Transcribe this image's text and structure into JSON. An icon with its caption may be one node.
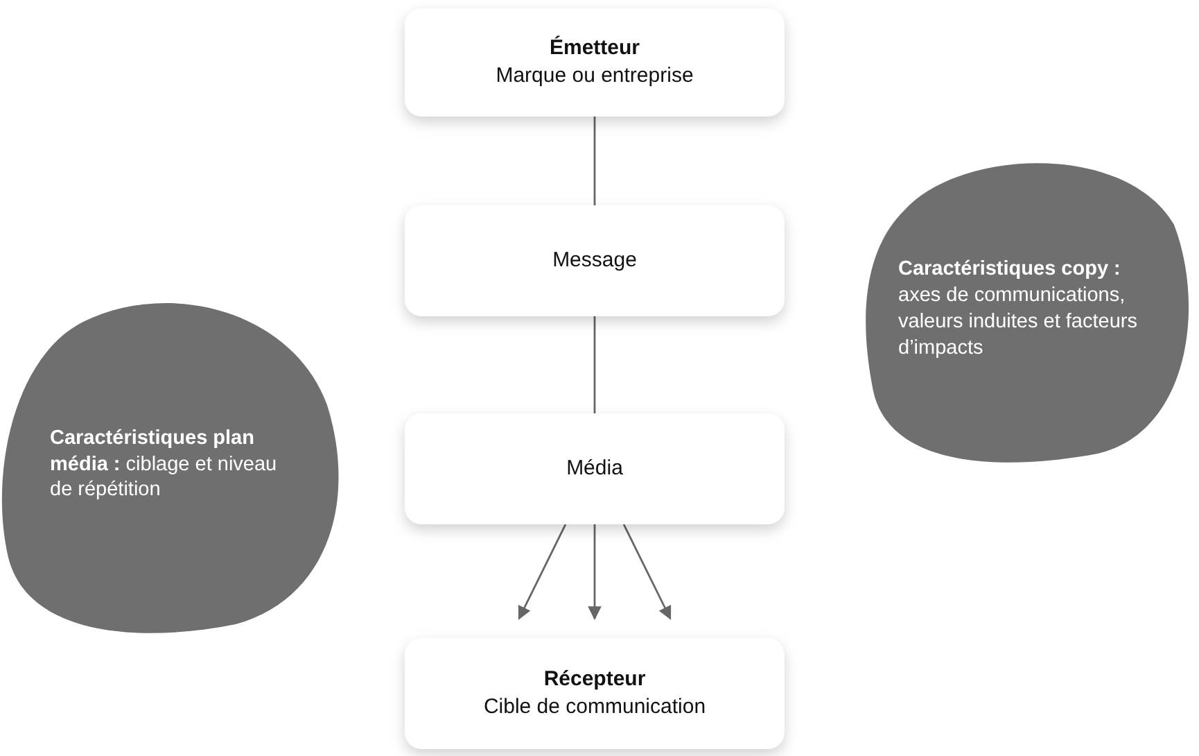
{
  "diagram": {
    "nodes": [
      {
        "text": [
          "Émetteur",
          "Marque ou entreprise"
        ]
      },
      {
        "text": [
          "Message"
        ]
      },
      {
        "text": [
          "Média"
        ]
      },
      {
        "text": [
          "Récepteur",
          "Cible de communication"
        ]
      },
      {
        "text": [
          "**Caractéristiques plan média :** ciblage et niveau de répétition"
        ]
      },
      {
        "text": [
          "**Caractéristiques copy :** axes de communications, valeurs induites et facteurs d’impacts"
        ]
      }
    ],
    "edges": [
      {
        "from": 0,
        "to": 1,
        "arrow": "none"
      },
      {
        "from": 1,
        "to": 2,
        "arrow": "none"
      },
      {
        "from": 2,
        "to": 3,
        "arrow": "to"
      },
      {
        "from": 2,
        "to": 3,
        "arrow": "to"
      },
      {
        "from": 2,
        "to": 3,
        "arrow": "to"
      }
    ]
  }
}
